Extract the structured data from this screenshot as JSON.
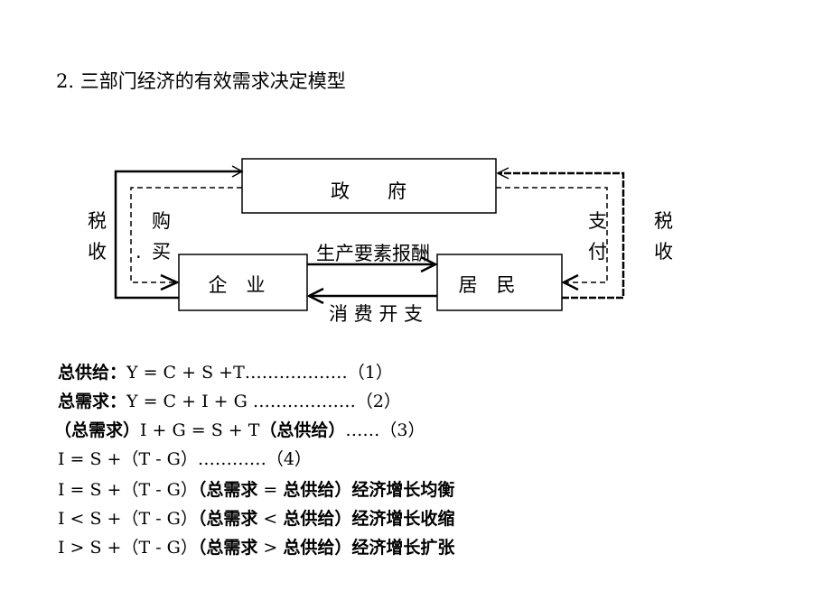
{
  "title": "2. 三部门经济的有效需求决定模型",
  "diagram": {
    "government": "政　　府",
    "enterprise": "企　业",
    "residents": "居　民",
    "tax_left_1": "税",
    "tax_left_2": "收",
    "purchase_1": "购",
    "purchase_2": "买",
    "purchase_dot": ".",
    "pay_1": "支",
    "pay_2": "付",
    "tax_right_1": "税",
    "tax_right_2": "收",
    "factor_income": "生产要素报酬",
    "consumption": "消 费 开 支"
  },
  "equations": [
    {
      "bold": "总供给：",
      "text": "Y = C + S +T………………（1）"
    },
    {
      "bold": "总需求：",
      "text": "Y = C + I + G ………………（2）"
    },
    {
      "parts": [
        {
          "bold": "（总需求）"
        },
        {
          "text": "I + G = S + T"
        },
        {
          "bold": "（总供给）"
        },
        {
          "text": "……（3）"
        }
      ]
    },
    {
      "parts": [
        {
          "text": "I = S +（T - G）…………（4）"
        }
      ]
    },
    {
      "parts": [
        {
          "text": "I = S +（T - G）"
        },
        {
          "bold": "（总需求"
        },
        {
          "text": " = "
        },
        {
          "bold": "总供给）经济增长均衡"
        }
      ]
    },
    {
      "parts": [
        {
          "text": "I < S +（T - G）"
        },
        {
          "bold": "（总需求"
        },
        {
          "text": " < "
        },
        {
          "bold": "总供给）经济增长收缩"
        }
      ]
    },
    {
      "parts": [
        {
          "text": "I > S +（T - G）"
        },
        {
          "bold": "（总需求"
        },
        {
          "text": " > "
        },
        {
          "bold": "总供给）经济增长扩张"
        }
      ]
    }
  ]
}
